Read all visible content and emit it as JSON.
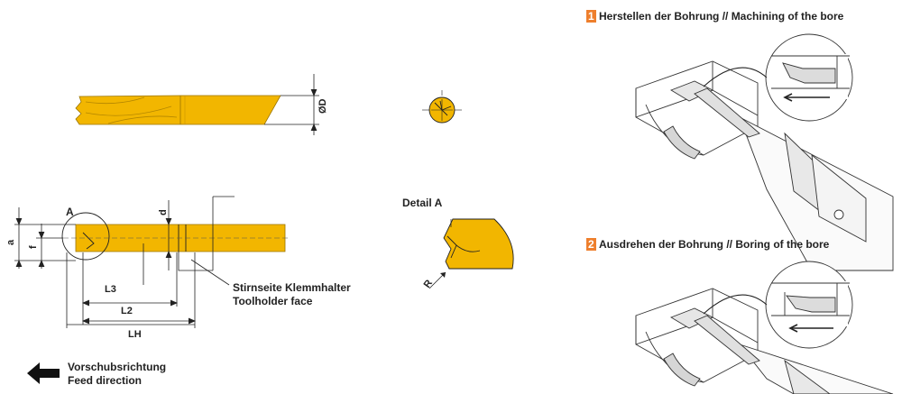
{
  "dimensions": {
    "od": "ØD",
    "a": "a",
    "f": "f",
    "d": "d",
    "l3": "L3",
    "l2": "L2",
    "lh": "LH",
    "r": "R"
  },
  "labels": {
    "detail_marker": "A",
    "detail_title": "Detail A",
    "toolholder_face_de": "Stirnseite Klemmhalter",
    "toolholder_face_en": "Toolholder face",
    "feed_de": "Vorschubsrichtung",
    "feed_en": "Feed direction"
  },
  "steps": [
    {
      "number": "1",
      "title": "Herstellen der Bohrung // Machining of the bore"
    },
    {
      "number": "2",
      "title": "Ausdrehen der Bohrung // Boring of the bore"
    }
  ],
  "colors": {
    "tool_yellow": "#f2b600",
    "tool_yellow_dark": "#c99400",
    "accent_orange": "#ee7f2d",
    "line": "#222222"
  }
}
